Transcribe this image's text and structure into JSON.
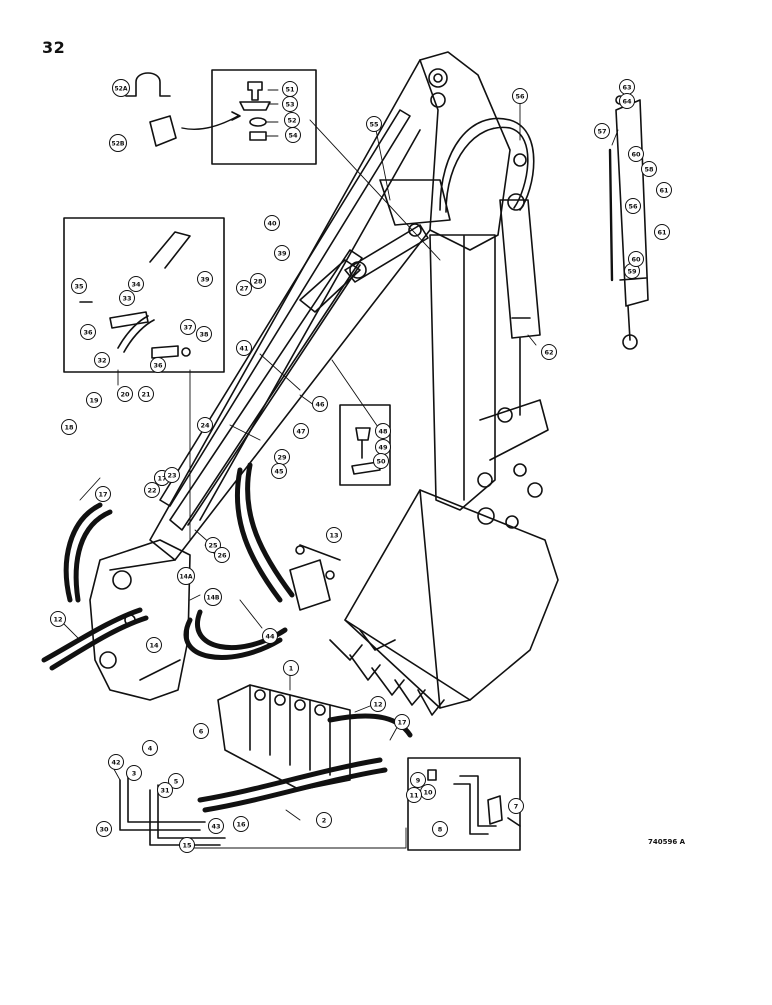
{
  "page": {
    "number": "32",
    "figure_code": "740596 A"
  },
  "callouts": [
    {
      "id": "c-1",
      "label": "1"
    },
    {
      "id": "c-2",
      "label": "2"
    },
    {
      "id": "c-3",
      "label": "3"
    },
    {
      "id": "c-4",
      "label": "4"
    },
    {
      "id": "c-5",
      "label": "5"
    },
    {
      "id": "c-6",
      "label": "6"
    },
    {
      "id": "c-7",
      "label": "7"
    },
    {
      "id": "c-8",
      "label": "8"
    },
    {
      "id": "c-9",
      "label": "9"
    },
    {
      "id": "c-10",
      "label": "10"
    },
    {
      "id": "c-11",
      "label": "11"
    },
    {
      "id": "c-12",
      "label": "12"
    },
    {
      "id": "c-12b",
      "label": "12"
    },
    {
      "id": "c-13",
      "label": "13"
    },
    {
      "id": "c-14",
      "label": "14"
    },
    {
      "id": "c-14a",
      "label": "14A"
    },
    {
      "id": "c-14b",
      "label": "14B"
    },
    {
      "id": "c-15",
      "label": "15"
    },
    {
      "id": "c-16",
      "label": "16"
    },
    {
      "id": "c-17",
      "label": "17"
    },
    {
      "id": "c-17b",
      "label": "17"
    },
    {
      "id": "c-17c",
      "label": "17"
    },
    {
      "id": "c-17d",
      "label": "17"
    },
    {
      "id": "c-18",
      "label": "18"
    },
    {
      "id": "c-19",
      "label": "19"
    },
    {
      "id": "c-20",
      "label": "20"
    },
    {
      "id": "c-21",
      "label": "21"
    },
    {
      "id": "c-22",
      "label": "22"
    },
    {
      "id": "c-23",
      "label": "23"
    },
    {
      "id": "c-24",
      "label": "24"
    },
    {
      "id": "c-25",
      "label": "25"
    },
    {
      "id": "c-26",
      "label": "26"
    },
    {
      "id": "c-27",
      "label": "27"
    },
    {
      "id": "c-28",
      "label": "28"
    },
    {
      "id": "c-29",
      "label": "29"
    },
    {
      "id": "c-30",
      "label": "30"
    },
    {
      "id": "c-31",
      "label": "31"
    },
    {
      "id": "c-32",
      "label": "32"
    },
    {
      "id": "c-33",
      "label": "33"
    },
    {
      "id": "c-34",
      "label": "34"
    },
    {
      "id": "c-35",
      "label": "35"
    },
    {
      "id": "c-36",
      "label": "36"
    },
    {
      "id": "c-36b",
      "label": "36"
    },
    {
      "id": "c-37",
      "label": "37"
    },
    {
      "id": "c-38",
      "label": "38"
    },
    {
      "id": "c-39",
      "label": "39"
    },
    {
      "id": "c-39b",
      "label": "39"
    },
    {
      "id": "c-40",
      "label": "40"
    },
    {
      "id": "c-41",
      "label": "41"
    },
    {
      "id": "c-42",
      "label": "42"
    },
    {
      "id": "c-43",
      "label": "43"
    },
    {
      "id": "c-44",
      "label": "44"
    },
    {
      "id": "c-45",
      "label": "45"
    },
    {
      "id": "c-46",
      "label": "46"
    },
    {
      "id": "c-47",
      "label": "47"
    },
    {
      "id": "c-48",
      "label": "48"
    },
    {
      "id": "c-49",
      "label": "49"
    },
    {
      "id": "c-50",
      "label": "50"
    },
    {
      "id": "c-51",
      "label": "51"
    },
    {
      "id": "c-52",
      "label": "52"
    },
    {
      "id": "c-52a",
      "label": "52A"
    },
    {
      "id": "c-52b",
      "label": "52B"
    },
    {
      "id": "c-53",
      "label": "53"
    },
    {
      "id": "c-54",
      "label": "54"
    },
    {
      "id": "c-55",
      "label": "55"
    },
    {
      "id": "c-56",
      "label": "56"
    },
    {
      "id": "c-56b",
      "label": "56"
    },
    {
      "id": "c-57",
      "label": "57"
    },
    {
      "id": "c-58",
      "label": "58"
    },
    {
      "id": "c-59",
      "label": "59"
    },
    {
      "id": "c-60",
      "label": "60"
    },
    {
      "id": "c-60b",
      "label": "60"
    },
    {
      "id": "c-61",
      "label": "61"
    },
    {
      "id": "c-61b",
      "label": "61"
    },
    {
      "id": "c-62",
      "label": "62"
    },
    {
      "id": "c-63",
      "label": "63"
    },
    {
      "id": "c-64",
      "label": "64"
    }
  ]
}
